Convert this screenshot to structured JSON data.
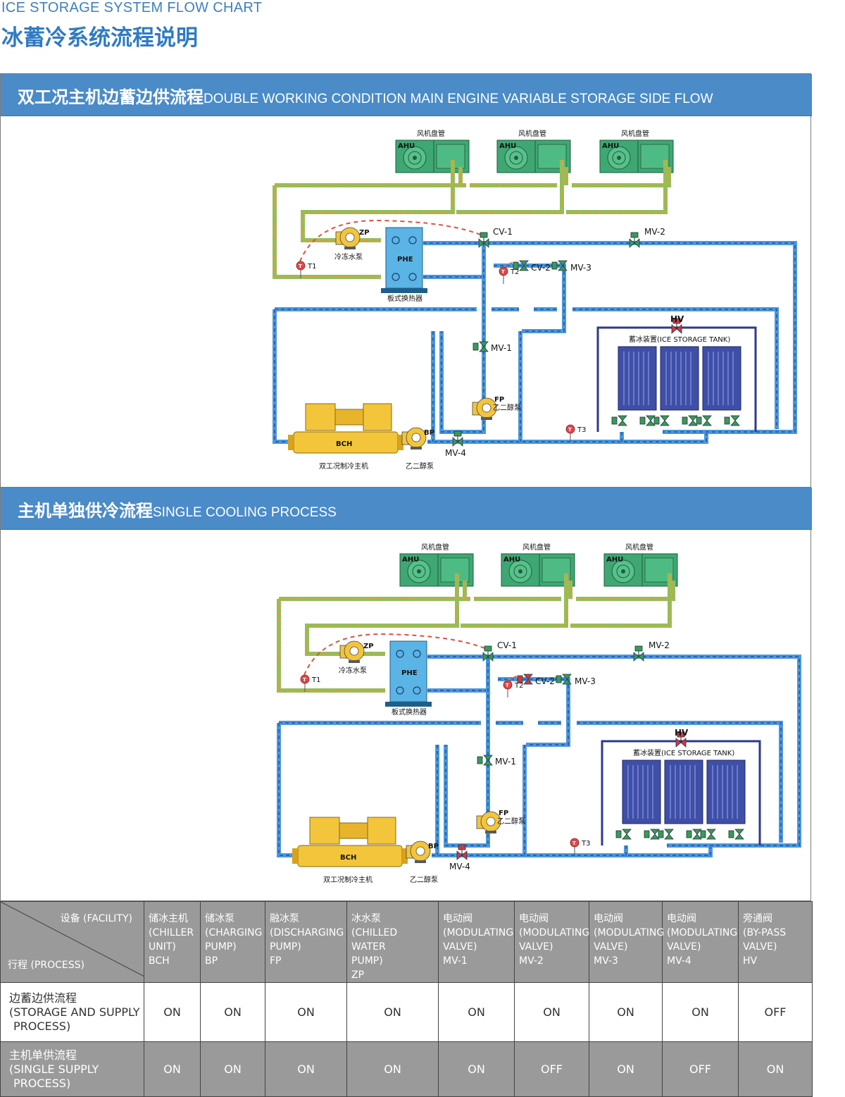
{
  "page": {
    "title_en": "ICE STORAGE SYSTEM FLOW CHART",
    "title_cn": "冰蓄冷系统流程说明"
  },
  "sections": [
    {
      "title_cn": "双工况主机边蓄边供流程",
      "title_en": "DOUBLE WORKING CONDITION MAIN ENGINE VARIABLE STORAGE SIDE FLOW"
    },
    {
      "title_cn": "主机单独供冷流程",
      "title_en": "SINGLE COOLING PROCESS"
    }
  ],
  "diagram_labels": {
    "ahu_cn": "风机盘管",
    "ahu": "AHU",
    "zp": "ZP",
    "zp_cn": "冷冻水泵",
    "phe": "PHE",
    "phe_cn": "板式换热器",
    "t1": "T1",
    "t2": "T2",
    "t3": "T3",
    "cv1": "CV-1",
    "cv2": "CV-2",
    "mv1": "MV-1",
    "mv2": "MV-2",
    "mv3": "MV-3",
    "mv4": "MV-4",
    "hv": "HV",
    "tank": "蓄冰装置(ICE STORAGE TANK)",
    "fp": "FP",
    "fp_cn": "乙二醇泵",
    "bch": "BCH",
    "bch_cn": "双工况制冷主机",
    "bp": "BP",
    "bp_cn": "乙二醇泵"
  },
  "diagram_states": [
    {
      "cv2": "open",
      "mv4": "open"
    },
    {
      "cv2": "closed",
      "mv4": "closed"
    }
  ],
  "colors": {
    "header_blue": "#4a8bc8",
    "title_blue": "#2f7bc4",
    "pipe_blue": "#4a98dc",
    "pipe_dash": "#2f5fb5",
    "pipe_orange": "#e29a3a",
    "pipe_green": "#8cc25c",
    "equip_green": "#3fa773",
    "equip_yellow": "#f3c53b",
    "valve_open": "#3a9a55",
    "valve_closed": "#d0393b",
    "tank_blue": "#2d3a8c",
    "table_gray": "#9a9a9a"
  },
  "table": {
    "header_facility": "设备 (FACILITY)",
    "header_process": "行程 (PROCESS)",
    "columns": [
      {
        "l1": "储冰主机",
        "l2": "(CHILLER",
        "l3": "UNIT)",
        "l4": "BCH"
      },
      {
        "l1": "储冰泵",
        "l2": "(CHARGING",
        "l3": "PUMP)",
        "l4": "BP"
      },
      {
        "l1": "融冰泵",
        "l2": "(DISCHARGING",
        "l3": "PUMP)",
        "l4": "FP"
      },
      {
        "l1": "冰水泵",
        "l2": "(CHILLED WATER",
        "l3": "PUMP)",
        "l4": "ZP"
      },
      {
        "l1": "电动阀",
        "l2": "(MODULATING",
        "l3": "VALVE)",
        "l4": "MV-1"
      },
      {
        "l1": "电动阀",
        "l2": "(MODULATING",
        "l3": "VALVE)",
        "l4": "MV-2"
      },
      {
        "l1": "电动阀",
        "l2": "(MODULATING",
        "l3": "VALVE)",
        "l4": "MV-3"
      },
      {
        "l1": "电动阀",
        "l2": "(MODULATING",
        "l3": "VALVE)",
        "l4": "MV-4"
      },
      {
        "l1": "旁通阀",
        "l2": "(BY-PASS",
        "l3": "VALVE)",
        "l4": "HV"
      }
    ],
    "rows": [
      {
        "l1": "边蓄边供流程",
        "l2": "(STORAGE AND SUPPLY",
        "l3": "PROCESS)",
        "values": [
          "ON",
          "ON",
          "ON",
          "ON",
          "ON",
          "ON",
          "ON",
          "ON",
          "OFF"
        ]
      },
      {
        "l1": "主机单供流程",
        "l2": "(SINGLE SUPPLY",
        "l3": "PROCESS)",
        "values": [
          "ON",
          "ON",
          "ON",
          "ON",
          "ON",
          "OFF",
          "ON",
          "OFF",
          "ON"
        ]
      }
    ]
  }
}
